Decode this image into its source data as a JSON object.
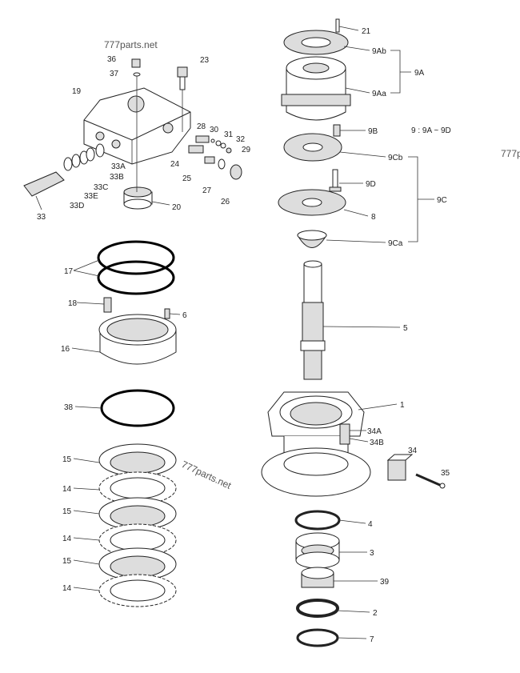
{
  "diagram": {
    "title": "Swing motor exploded parts diagram",
    "watermark": "777parts.net",
    "watermark_edge": "777p",
    "note": "9 : 9A ~ 9D",
    "labels": {
      "p21": "21",
      "p9Ab": "9Ab",
      "p9A": "9A",
      "p9Aa": "9Aa",
      "p9B": "9B",
      "p9Cb": "9Cb",
      "p9D": "9D",
      "p9C": "9C",
      "p8": "8",
      "p9Ca": "9Ca",
      "p5": "5",
      "p1": "1",
      "p34A": "34A",
      "p34B": "34B",
      "p34": "34",
      "p35": "35",
      "p4": "4",
      "p3": "3",
      "p39": "39",
      "p2": "2",
      "p7": "7",
      "p36": "36",
      "p37": "37",
      "p23": "23",
      "p19": "19",
      "p28": "28",
      "p30": "30",
      "p31": "31",
      "p32": "32",
      "p29": "29",
      "p33A": "33A",
      "p33B": "33B",
      "p33C": "33C",
      "p33E": "33E",
      "p33D": "33D",
      "p33": "33",
      "p24": "24",
      "p25": "25",
      "p27": "27",
      "p26": "26",
      "p20": "20",
      "p17": "17",
      "p18": "18",
      "p6": "6",
      "p16": "16",
      "p38": "38",
      "p15": "15",
      "p14": "14"
    }
  }
}
